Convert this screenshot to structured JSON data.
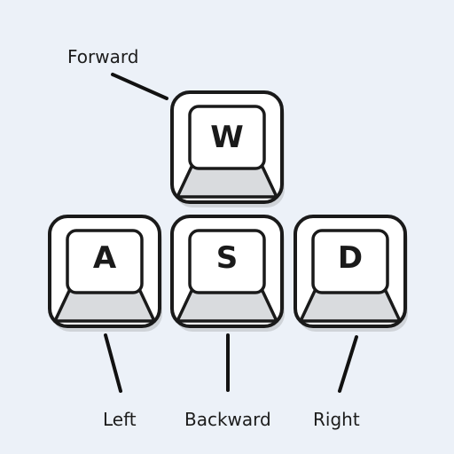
{
  "keys": [
    {
      "id": "w",
      "letter": "W",
      "label": "Forward"
    },
    {
      "id": "a",
      "letter": "A",
      "label": "Left"
    },
    {
      "id": "s",
      "letter": "S",
      "label": "Backward"
    },
    {
      "id": "d",
      "letter": "D",
      "label": "Right"
    }
  ],
  "colors": {
    "background": "#ecf1f8",
    "outline": "#1a1a1a",
    "key_top": "#ffffff",
    "key_bottom": "#d9dbde",
    "shadow": "#cfd3d8"
  }
}
